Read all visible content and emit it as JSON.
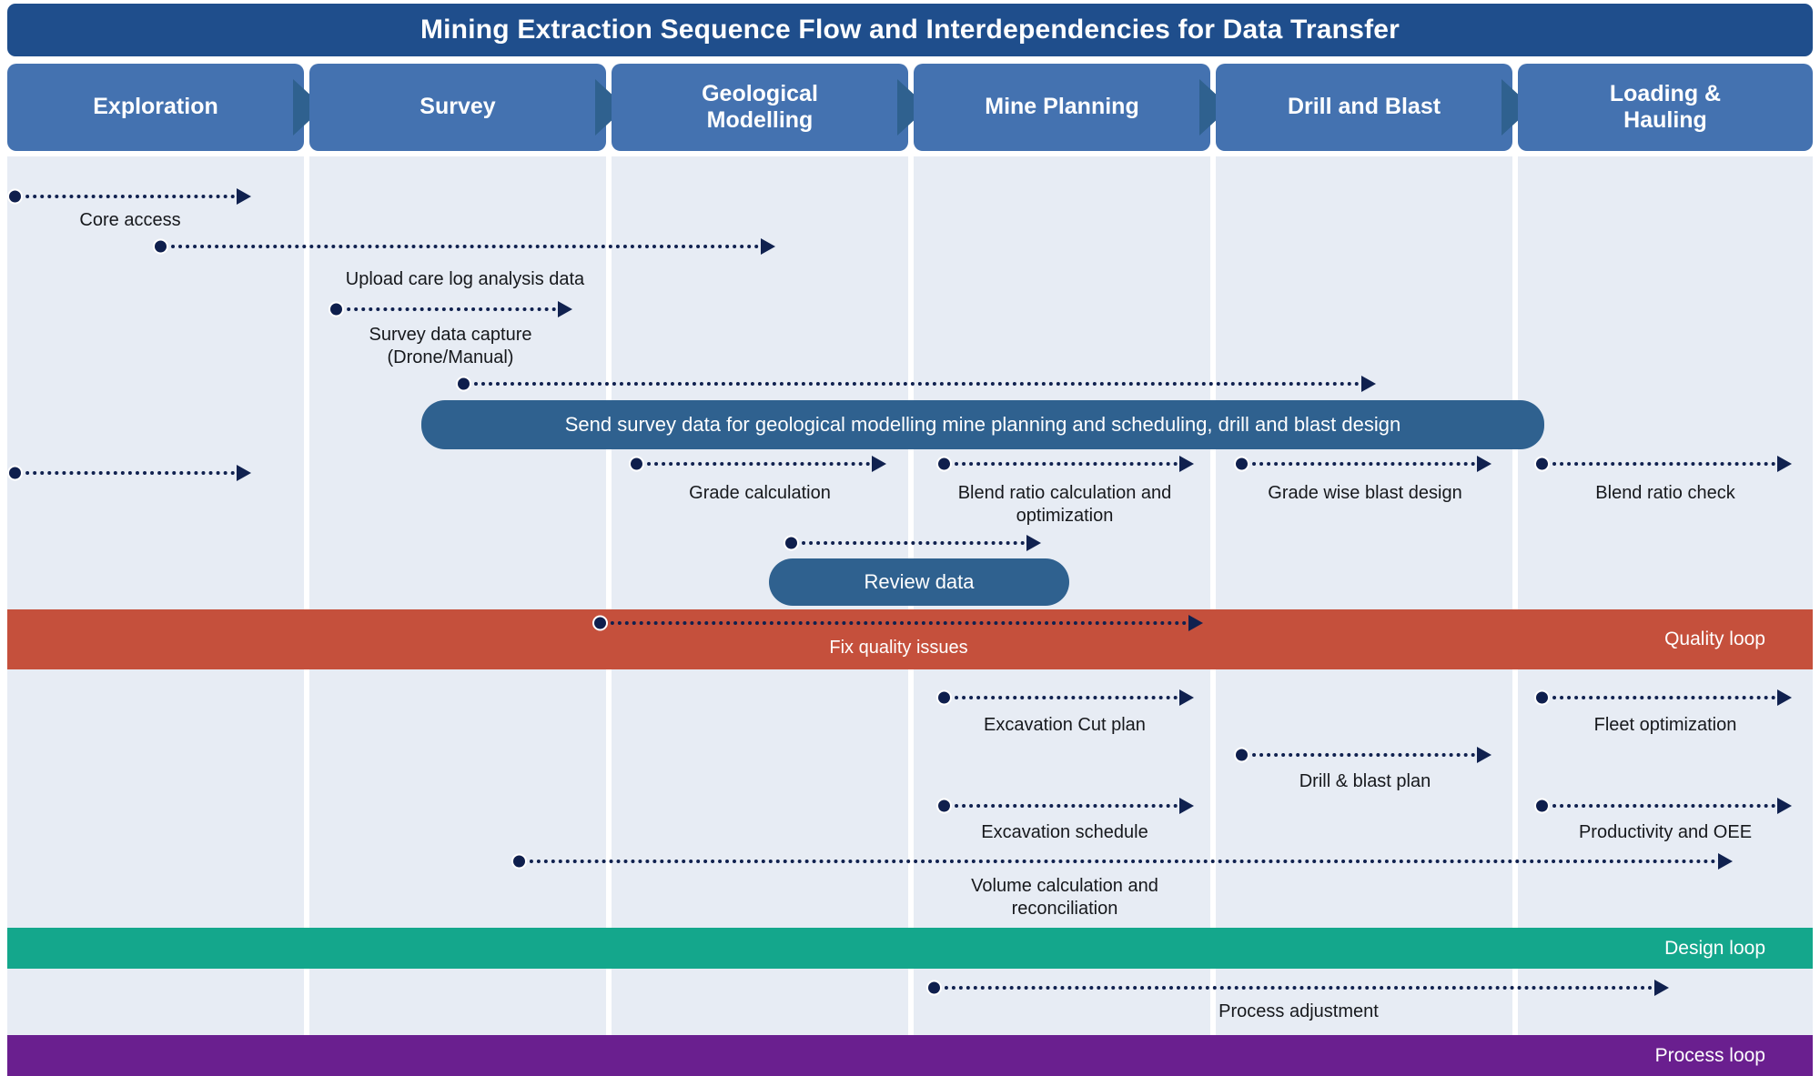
{
  "header": {
    "title": "Mining Extraction Sequence Flow and Interdependencies for Data Transfer"
  },
  "colors": {
    "title_bar": "#1F4E8C",
    "stage_header": "#4472B0",
    "chevron": "#2F618F",
    "lane": "#E7ECF4",
    "arrow": "#10214F",
    "pill": "#2F618F",
    "quality_loop": "#C5503C",
    "design_loop": "#14A78C",
    "process_loop": "#6A1F8F"
  },
  "stages": [
    {
      "label": "Exploration"
    },
    {
      "label": "Survey"
    },
    {
      "label": "Geological\nModelling"
    },
    {
      "label": "Mine Planning"
    },
    {
      "label": "Drill and Blast"
    },
    {
      "label": "Loading &\nHauling"
    }
  ],
  "messages": [
    {
      "label": "Core access"
    },
    {
      "label": "Upload care log analysis data"
    },
    {
      "label": "Survey data capture\n(Drone/Manual)"
    },
    {
      "label": ""
    },
    {
      "label": ""
    },
    {
      "label": "Grade calculation"
    },
    {
      "label": "Blend ratio calculation and\noptimization"
    },
    {
      "label": "Grade wise blast design"
    },
    {
      "label": "Blend ratio check"
    },
    {
      "label": ""
    },
    {
      "label": "Fix quality issues"
    },
    {
      "label": "Excavation Cut plan"
    },
    {
      "label": "Fleet optimization"
    },
    {
      "label": "Drill & blast plan"
    },
    {
      "label": "Excavation schedule"
    },
    {
      "label": "Productivity and OEE"
    },
    {
      "label": "Volume calculation and\nreconciliation"
    },
    {
      "label": "Process adjustment"
    }
  ],
  "pills": [
    {
      "label": "Send survey data for geological modelling mine planning and scheduling, drill and blast design"
    },
    {
      "label": "Review data"
    }
  ],
  "bands": [
    {
      "label": "Quality loop"
    },
    {
      "label": "Design loop"
    },
    {
      "label": "Process loop"
    }
  ]
}
